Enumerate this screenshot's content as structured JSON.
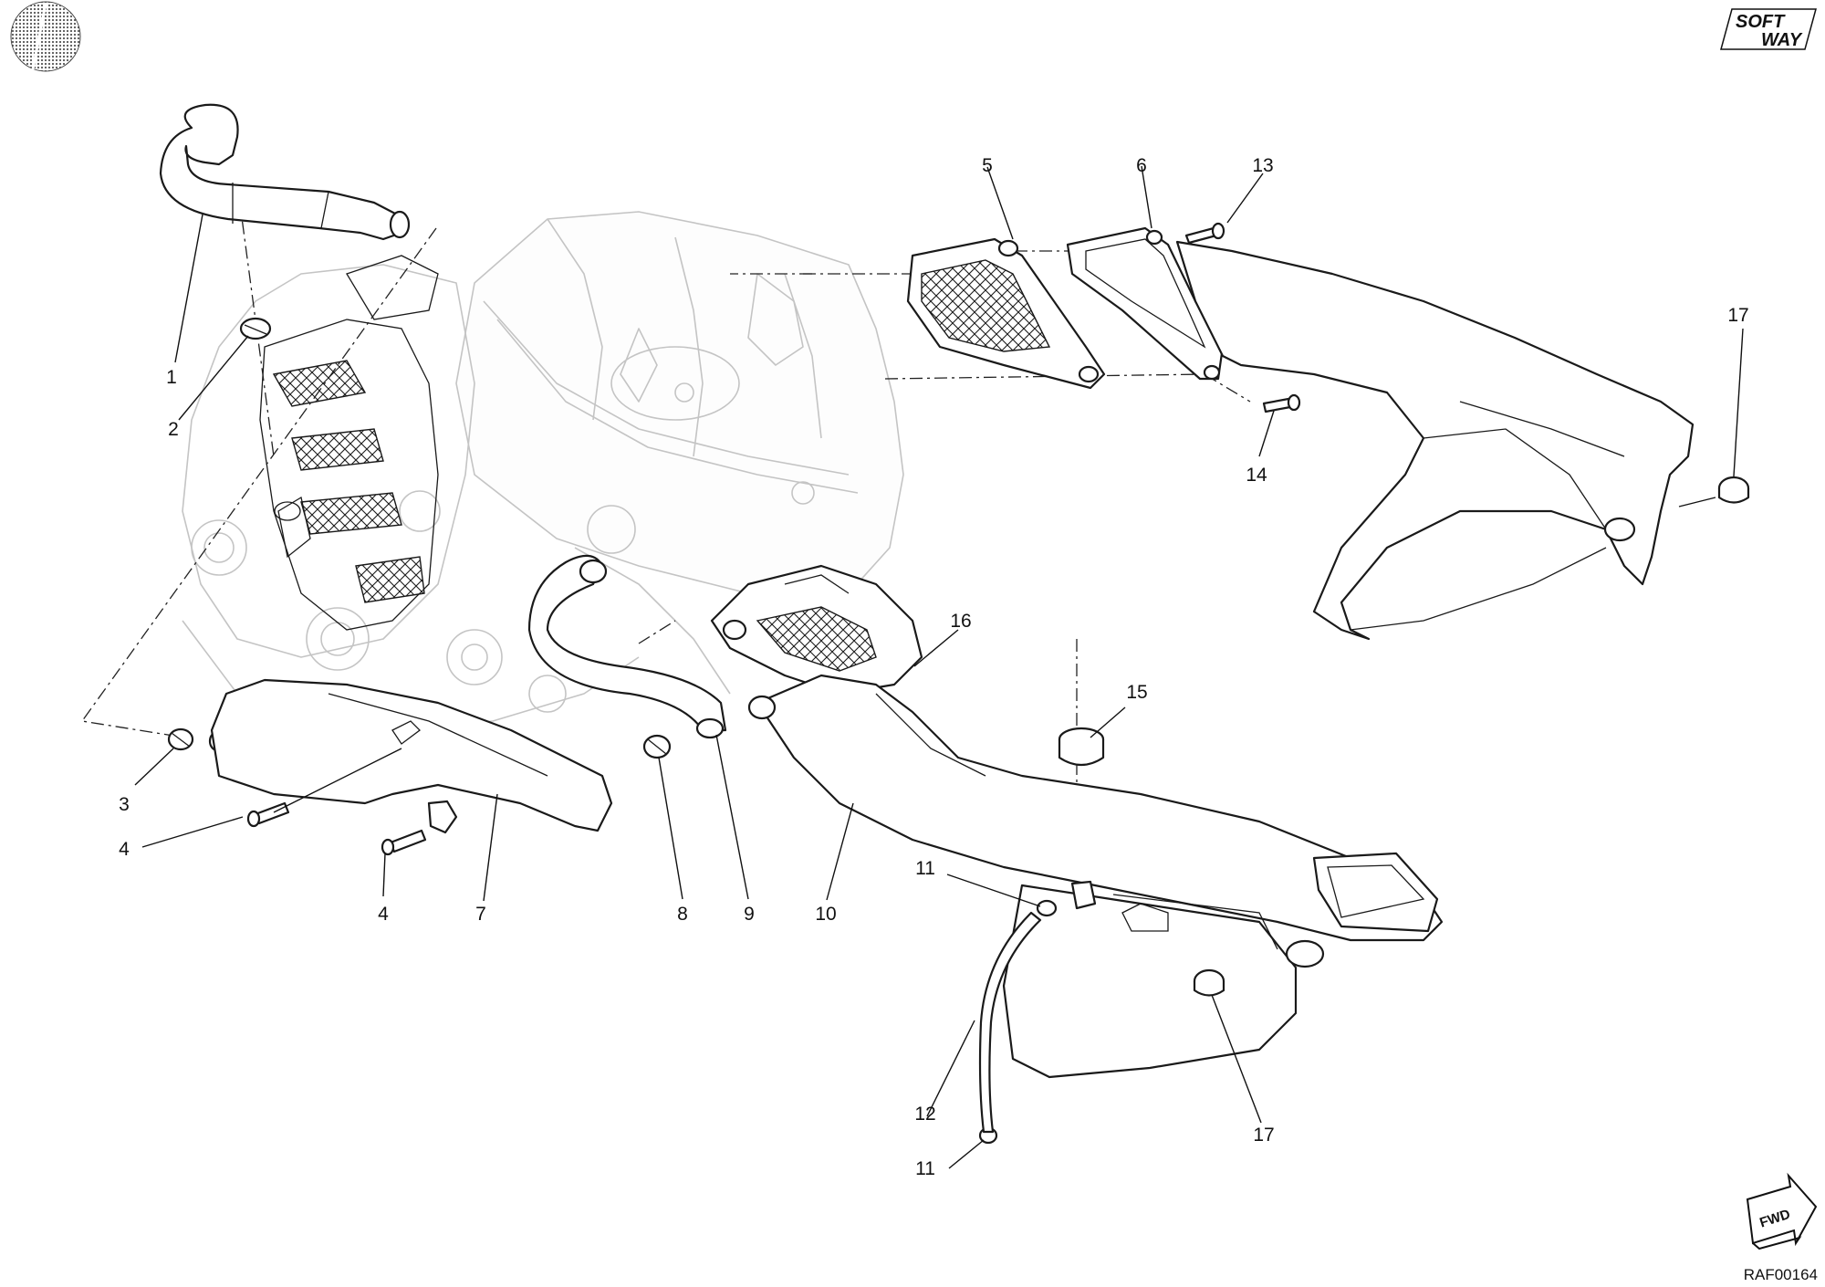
{
  "brand": {
    "line1": "SOFT",
    "line2": "WAY"
  },
  "drawing_code": "RAF00164",
  "direction_label": "FWD",
  "callouts": [
    "1",
    "2",
    "3",
    "4",
    "4",
    "5",
    "6",
    "7",
    "8",
    "9",
    "10",
    "11",
    "11",
    "12",
    "13",
    "14",
    "15",
    "16",
    "17",
    "17"
  ]
}
